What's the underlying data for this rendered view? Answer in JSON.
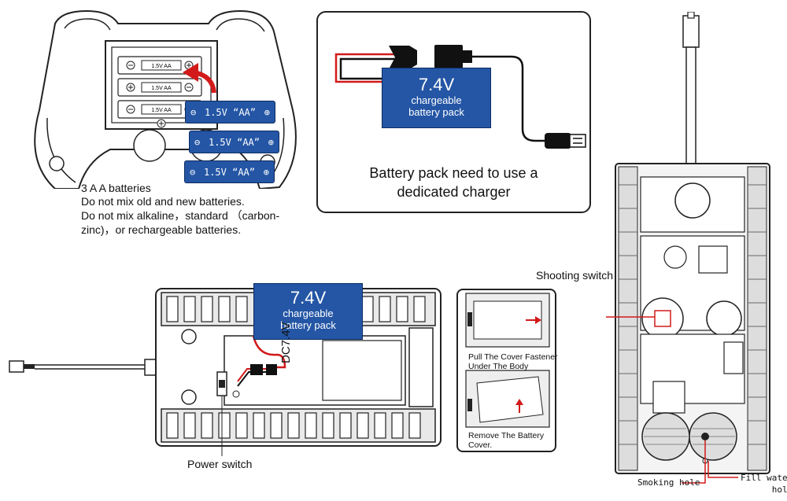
{
  "controller": {
    "batteries": [
      {
        "minus": "⊖",
        "label": "1.5V “AA”",
        "plus": "⊕"
      },
      {
        "minus": "⊖",
        "label": "1.5V “AA”",
        "plus": "⊕"
      },
      {
        "minus": "⊖",
        "label": "1.5V “AA”",
        "plus": "⊕"
      }
    ],
    "compartment_labels": [
      "1.5V AA",
      "1.5V AA",
      "1.5V AA"
    ],
    "notes": [
      "3 A A  batteries",
      "Do not mix old and new batteries.",
      "Do not mix alkaline，standard （carbon-",
      "zinc)，or rechargeable batteries."
    ]
  },
  "charger_panel": {
    "pack_voltage": "7.4V",
    "pack_line1": "chargeable",
    "pack_line2": "battery pack",
    "caption_line1": "Battery pack need to use a",
    "caption_line2": "dedicated charger"
  },
  "tank_bottom": {
    "pack_voltage": "7.4V",
    "pack_line1": "chargeable",
    "pack_line2": "battery pack",
    "dc_label": "DC7.4V",
    "power_switch_label": "Power switch"
  },
  "cover_steps": {
    "step1_line1": "Pull The Cover Fastener",
    "step1_line2": "Under The Body",
    "step2_line1": "Remove The Battery",
    "step2_line2": "Cover."
  },
  "tank_top": {
    "shooting_switch_label": "Shooting switch",
    "smoking_hole_label": "Smoking hole",
    "fill_water_line1": "Fill water",
    "fill_water_line2": "hole"
  },
  "colors": {
    "pack_blue": "#2456a5",
    "wire_red": "#d21a1a",
    "outline": "#222222"
  }
}
